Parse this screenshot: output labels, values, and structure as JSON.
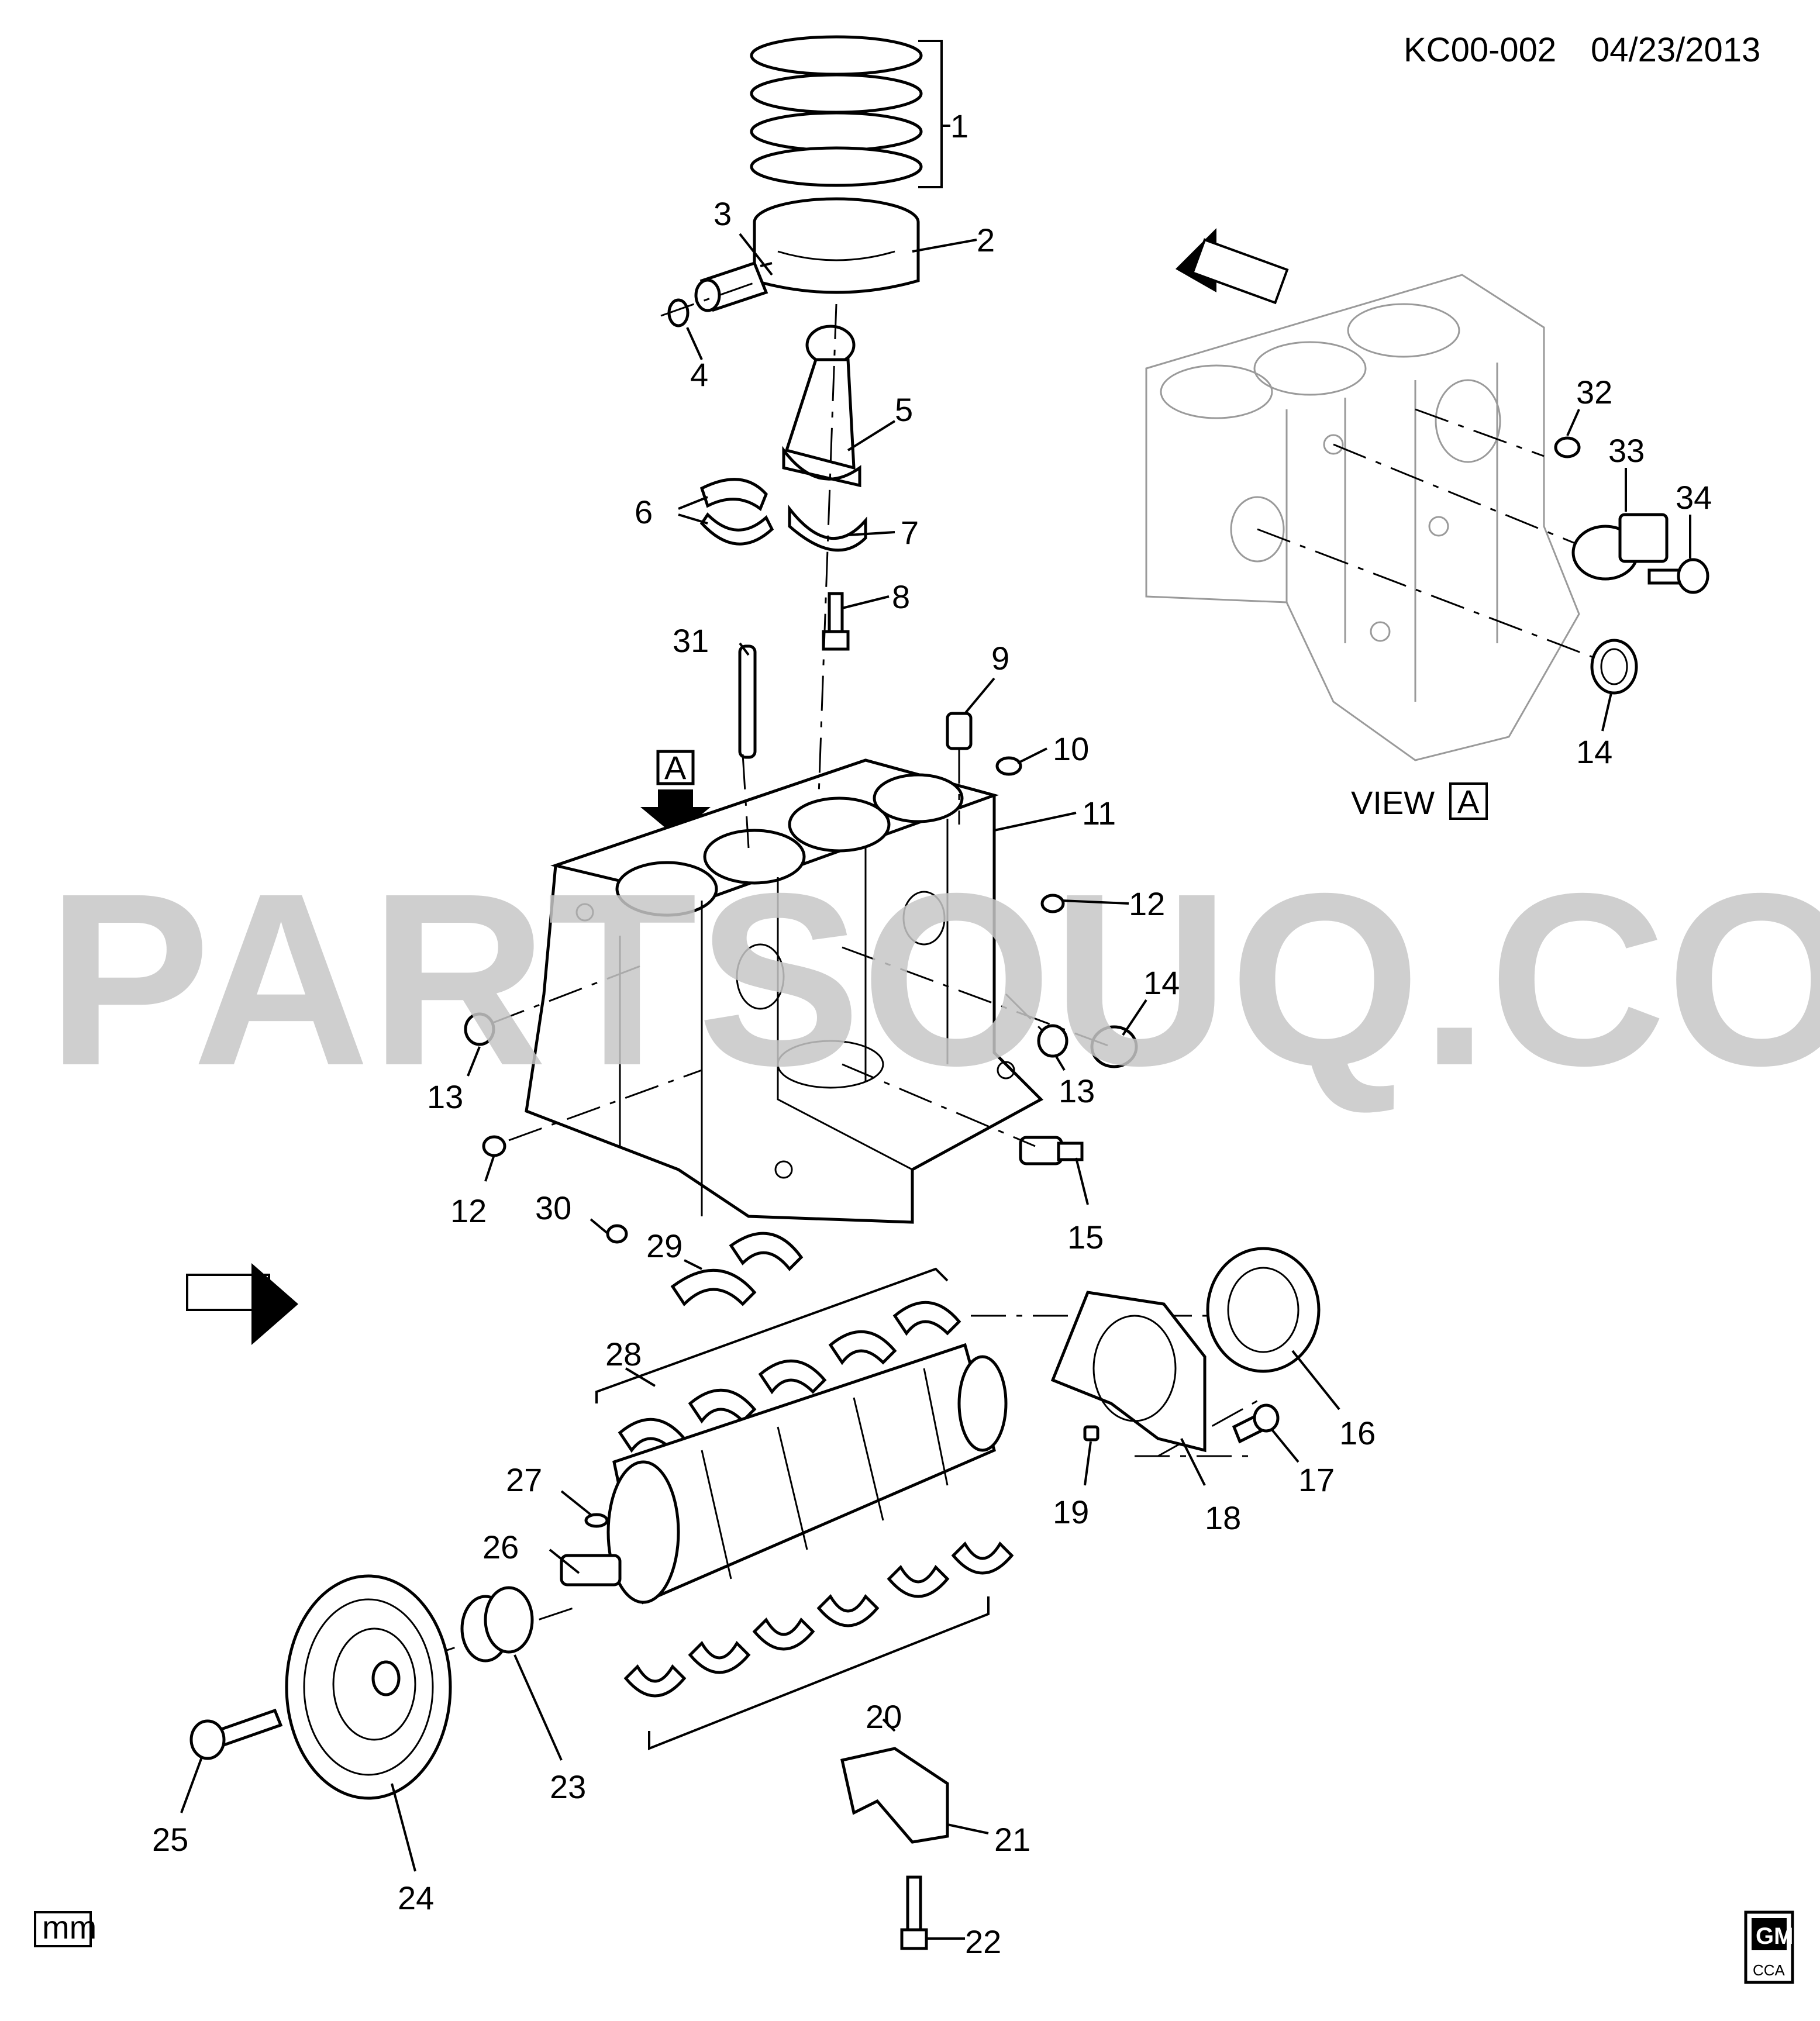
{
  "header": {
    "code": "KC00-002",
    "date": "04/23/2013"
  },
  "view_label": {
    "text": "VIEW",
    "letter": "A"
  },
  "view_arrow_letter": "A",
  "watermark": "PARTSOUQ.COM",
  "unit_box": "mm",
  "gm_logo": {
    "top": "GM",
    "bottom": "CCA"
  },
  "callouts": [
    "1",
    "2",
    "3",
    "4",
    "5",
    "6",
    "7",
    "8",
    "9",
    "10",
    "11",
    "12",
    "12",
    "13",
    "13",
    "14",
    "14",
    "15",
    "16",
    "17",
    "18",
    "19",
    "20",
    "21",
    "22",
    "23",
    "24",
    "25",
    "26",
    "27",
    "28",
    "29",
    "30",
    "31",
    "32",
    "33",
    "34"
  ]
}
